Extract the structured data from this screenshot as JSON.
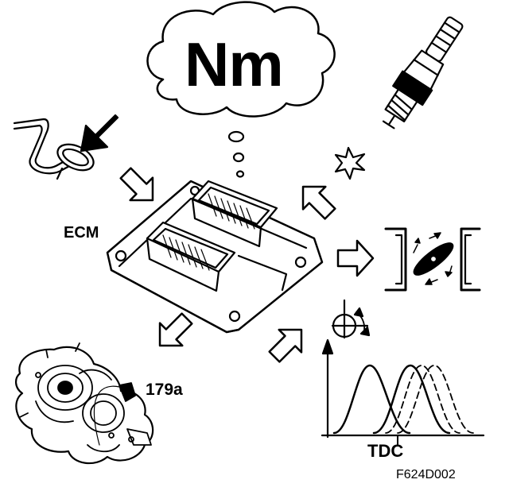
{
  "labels": {
    "torque": "Nm",
    "ecm": "ECM",
    "component": "179a",
    "tdc": "TDC",
    "figure_code": "F624D002"
  },
  "icons": [
    "thought-cloud-icon",
    "spark-plug-icon",
    "accelerator-pedal-icon",
    "ecm-unit-icon",
    "throttle-valve-icon",
    "ignition-timing-icon",
    "turbocharger-icon",
    "timing-curves-graph"
  ],
  "colors": {
    "line": "#000000",
    "background": "#ffffff"
  }
}
